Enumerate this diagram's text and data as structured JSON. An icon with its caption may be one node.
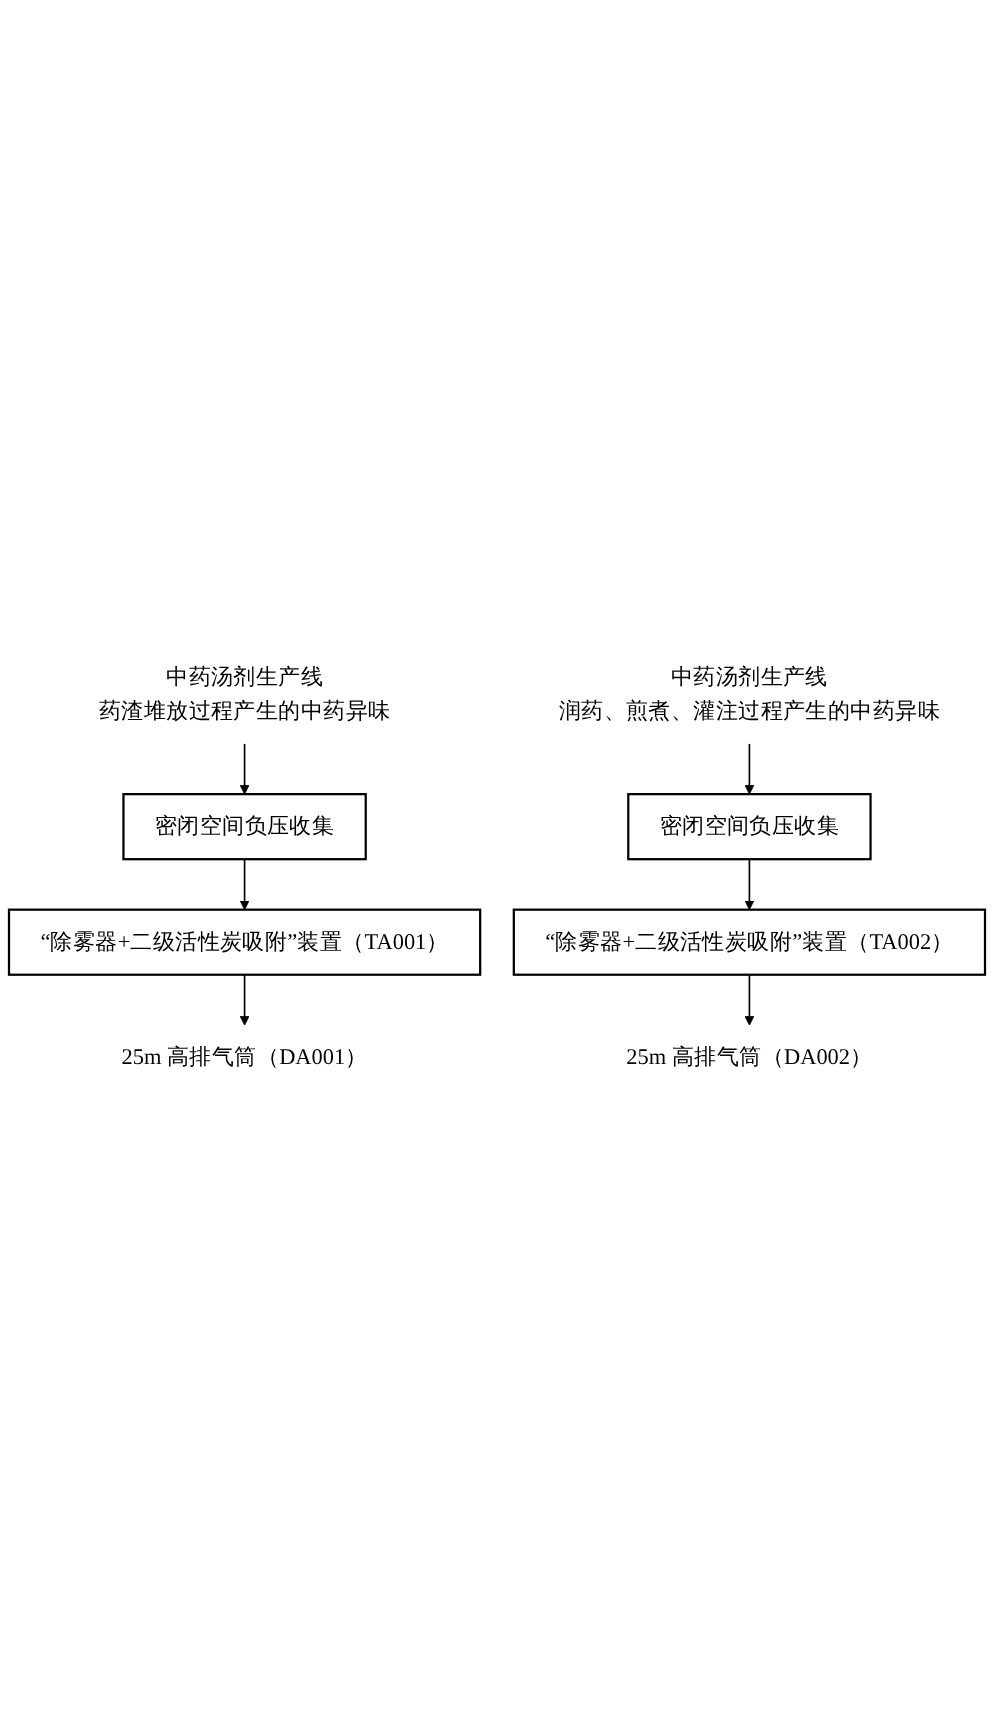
{
  "diagram": {
    "nodes": [
      {
        "text": [
          "中药汤剂生产线",
          "药渣堆放过程产生的中药异味"
        ]
      },
      {
        "text": [
          "密闭空间负压收集"
        ]
      },
      {
        "text": [
          "“除雾器+二级活性炭吸附”装置（TA001）"
        ]
      },
      {
        "text": [
          "25m 高排气筒（DA001）"
        ]
      },
      {
        "text": [
          "中药汤剂生产线",
          "润药、煎煮、灌注过程产生的中药异味"
        ]
      },
      {
        "text": [
          "密闭空间负压收集"
        ]
      },
      {
        "text": [
          "“除雾器+二级活性炭吸附”装置（TA002）"
        ]
      },
      {
        "text": [
          "25m 高排气筒（DA002）"
        ]
      }
    ],
    "edges": [
      {
        "from": 0,
        "to": 1,
        "arrow": "to"
      },
      {
        "from": 1,
        "to": 2,
        "arrow": "to"
      },
      {
        "from": 2,
        "to": 3,
        "arrow": "to"
      },
      {
        "from": 4,
        "to": 5,
        "arrow": "to"
      },
      {
        "from": 5,
        "to": 6,
        "arrow": "to"
      },
      {
        "from": 6,
        "to": 7,
        "arrow": "to"
      }
    ]
  }
}
